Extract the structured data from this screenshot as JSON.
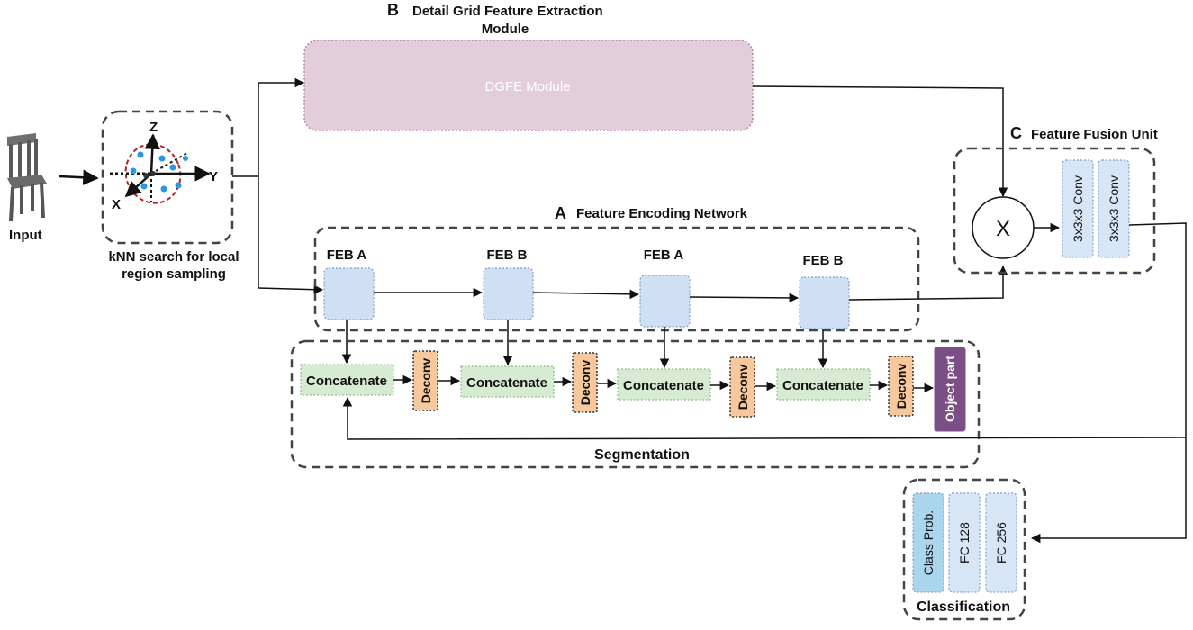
{
  "labels": {
    "input": "Input",
    "knn_line1": "kNN search for local",
    "knn_line2": "region sampling",
    "axis_x": "X",
    "axis_y": "Y",
    "axis_z": "Z",
    "section_b_letter": "B",
    "section_b_title_line1": "Detail Grid Feature Extraction",
    "section_b_title_line2": "Module",
    "dgfe_module": "DGFE Module",
    "section_a_letter": "A",
    "section_a_title": "Feature Encoding Network",
    "feb_labels": [
      "FEB A",
      "FEB B",
      "FEB A",
      "FEB B"
    ],
    "concatenate": "Concatenate",
    "deconv": "Deconv",
    "object_part": "Object part",
    "segmentation": "Segmentation",
    "section_c_letter": "C",
    "section_c_title": "Feature Fusion Unit",
    "multiply_symbol": "X",
    "conv1": "3x3x3 Conv",
    "conv2": "3x3x3 Conv",
    "class_prob": "Class Prob.",
    "fc128": "FC 128",
    "fc256": "FC 256",
    "classification": "Classification"
  },
  "colors": {
    "dgfe_fill": "#e3cdd9",
    "dgfe_border": "#b58ab0",
    "dgfe_text": "#ffffff",
    "feb_fill": "#cfe0f5",
    "feb_border": "#7f9ec6",
    "concat_fill": "#d6ebd2",
    "concat_border": "#8fbf88",
    "deconv_fill": "#f7c89b",
    "deconv_border": "#333333",
    "object_part_fill": "#7b4f86",
    "object_part_text": "#ffffff",
    "conv_fill": "#d7e6f7",
    "class_prob_fill": "#a9d6ec",
    "fc_fill": "#d7e6f7",
    "point_blue": "#2b96e6",
    "ellipse_red": "#b22222",
    "chair_gray": "#555555"
  },
  "icons": {
    "chair": "chair-point-cloud-icon",
    "axes": "3d-axes-icon"
  }
}
